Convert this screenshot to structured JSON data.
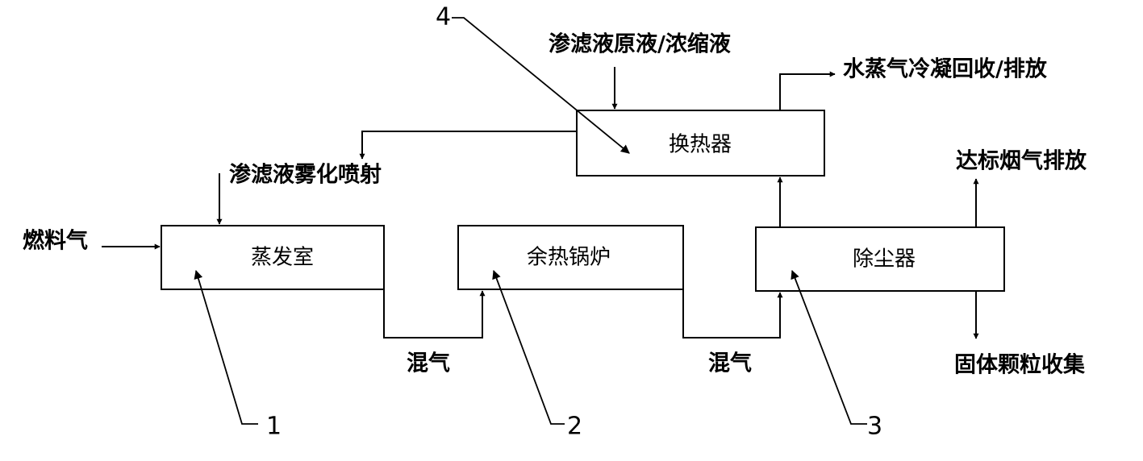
{
  "components": {
    "evaporation_chamber": "蒸发室",
    "waste_heat_boiler": "余热锅炉",
    "dust_collector": "除尘器",
    "heat_exchanger": "换热器"
  },
  "flows": {
    "fuel_gas": "燃料气",
    "leachate_atomized_spray": "渗滤液雾化喷射",
    "leachate_input": "渗滤液原液/浓缩液",
    "steam_output": "水蒸气冷凝回收/排放",
    "flue_gas_output": "达标烟气排放",
    "solid_output": "固体颗粒收集",
    "mixed_gas_1": "混气",
    "mixed_gas_2": "混气"
  },
  "reference_numbers": {
    "n1": "1",
    "n2": "2",
    "n3": "3",
    "n4": "4"
  }
}
